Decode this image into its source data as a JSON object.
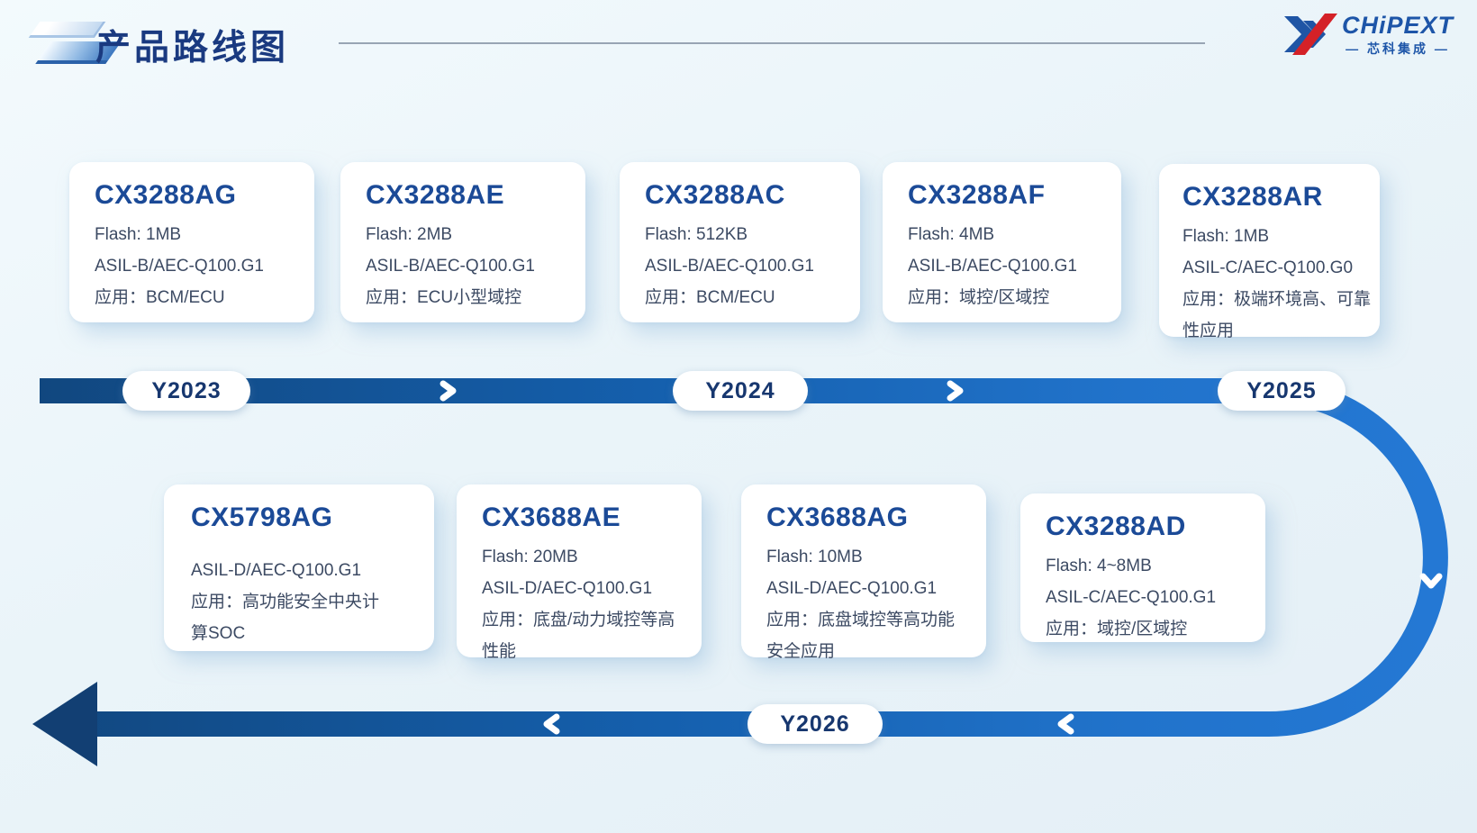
{
  "header": {
    "title": "产品路线图"
  },
  "logo": {
    "brand": "CHiPEXT",
    "brand_cn": "— 芯科集成 —"
  },
  "timeline": {
    "years": [
      {
        "label": "Y2023"
      },
      {
        "label": "Y2024"
      },
      {
        "label": "Y2025"
      },
      {
        "label": "Y2026"
      }
    ]
  },
  "cards": {
    "top": [
      {
        "name": "CX3288AG",
        "lines": [
          "Flash: 1MB",
          "ASIL-B/AEC-Q100.G1",
          "应用：BCM/ECU"
        ]
      },
      {
        "name": "CX3288AE",
        "lines": [
          "Flash: 2MB",
          "ASIL-B/AEC-Q100.G1",
          "应用：ECU小型域控"
        ]
      },
      {
        "name": "CX3288AC",
        "lines": [
          "Flash: 512KB",
          "ASIL-B/AEC-Q100.G1",
          "应用：BCM/ECU"
        ]
      },
      {
        "name": "CX3288AF",
        "lines": [
          "Flash: 4MB",
          "ASIL-B/AEC-Q100.G1",
          "应用：域控/区域控"
        ]
      },
      {
        "name": "CX3288AR",
        "lines": [
          "Flash: 1MB",
          "ASIL-C/AEC-Q100.G0",
          "应用：极端环境高、可靠性应用"
        ]
      }
    ],
    "bottom": [
      {
        "name": "CX5798AG",
        "lines": [
          "ASIL-D/AEC-Q100.G1",
          "应用：高功能安全中央计算SOC"
        ]
      },
      {
        "name": "CX3688AE",
        "lines": [
          "Flash: 20MB",
          "ASIL-D/AEC-Q100.G1",
          "应用：底盘/动力域控等高性能"
        ]
      },
      {
        "name": "CX3688AG",
        "lines": [
          "Flash: 10MB",
          "ASIL-D/AEC-Q100.G1",
          "应用：底盘域控等高功能安全应用"
        ]
      },
      {
        "name": "CX3288AD",
        "lines": [
          "Flash: 4~8MB",
          "ASIL-C/AEC-Q100.G1",
          "应用：域控/区域控"
        ]
      }
    ]
  },
  "colors": {
    "background": "#eaf4f9",
    "title_navy": "#1a3a80",
    "bar_dark": "#11477f",
    "bar_bright": "#2478d4",
    "card_title_blue": "#1b4a97",
    "card_body": "#3c4a63",
    "pill_text": "#17376f",
    "logo_blue": "#1d55a8",
    "logo_red": "#d42127"
  }
}
